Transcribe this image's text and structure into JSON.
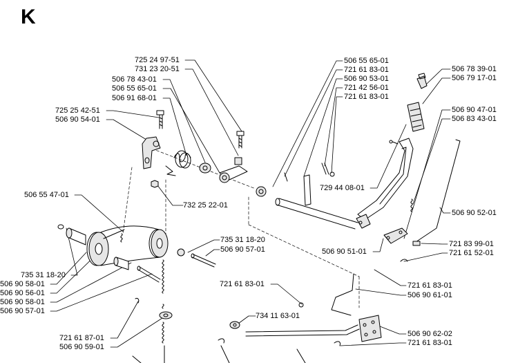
{
  "page": {
    "section_letter": "K"
  },
  "colors": {
    "ink": "#000000",
    "paper": "#ffffff",
    "part_fill": "#e6e6e6"
  },
  "part_labels": {
    "l1": "725 24 97-51",
    "l2": "731 23 20-51",
    "l3": "506 78 43-01",
    "l4": "506 55 65-01",
    "l5": "506 91 68-01",
    "l6": "725 25 42-51",
    "l7": "506 90 54-01",
    "l8": "506 55 47-01",
    "l9": "732 25 22-01",
    "l10": "735 31 18-20",
    "l11": "506 90 57-01",
    "l12": "735 31 18-20",
    "l13": "506 90 58-01",
    "l14": "506 90 56-01",
    "l15": "506 90 58-01",
    "l16": "506 90 57-01",
    "l17": "721 61 87-01",
    "l18": "506 90 59-01",
    "l19": "506 55 65-01",
    "l20": "721 61 83-01",
    "l21": "506 90 53-01",
    "l22": "721 42 56-01",
    "l23": "721 61 83-01",
    "l24": "729 44 08-01",
    "l25": "506 90 51-01",
    "l26": "721 61 83-01",
    "l27": "734 11 63-01",
    "l28": "721 61 83-01",
    "l29": "506 90 61-01",
    "l30": "506 90 62-02",
    "l31": "721 61 83-01",
    "l32": "506 78 39-01",
    "l33": "506 79 17-01",
    "l34": "506 90 47-01",
    "l35": "506 83 43-01",
    "l36": "506 90 52-01",
    "l37": "721 83 99-01",
    "l38": "721 61 52-01"
  }
}
